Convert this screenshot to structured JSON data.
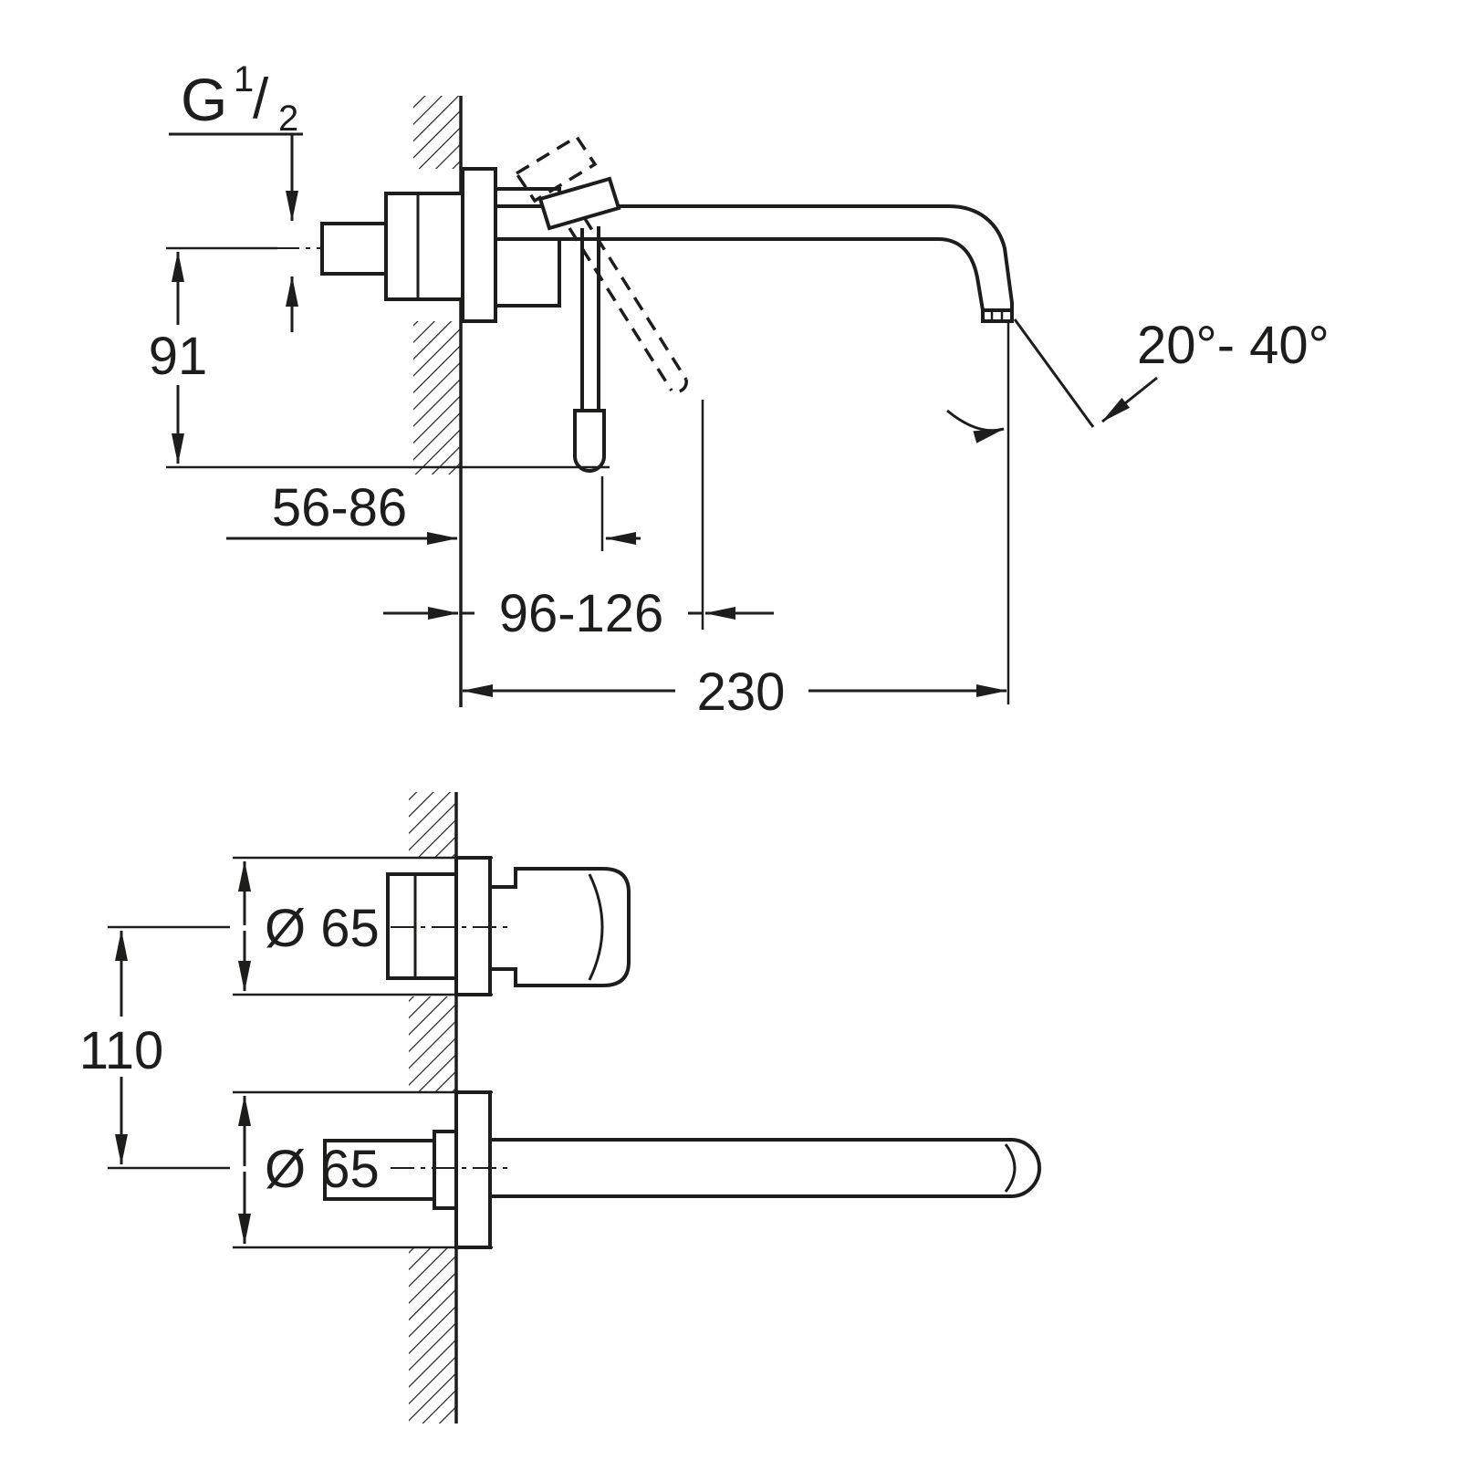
{
  "drawing": {
    "background_color": "#ffffff",
    "line_color": "#1d1d1b",
    "side_view": {
      "thread_label": {
        "prefix": "G",
        "numerator": "1",
        "slash": "/",
        "denominator": "2"
      },
      "dim_height": "91",
      "dim_depth_range": "56-86",
      "dim_handle_range": "96-126",
      "dim_spout_projection": "230",
      "dim_spout_angle": "20°- 40°"
    },
    "front_view": {
      "dim_handle_escutcheon": "Ø 65",
      "dim_center_distance": "110",
      "dim_spout_escutcheon": "Ø 65"
    }
  }
}
